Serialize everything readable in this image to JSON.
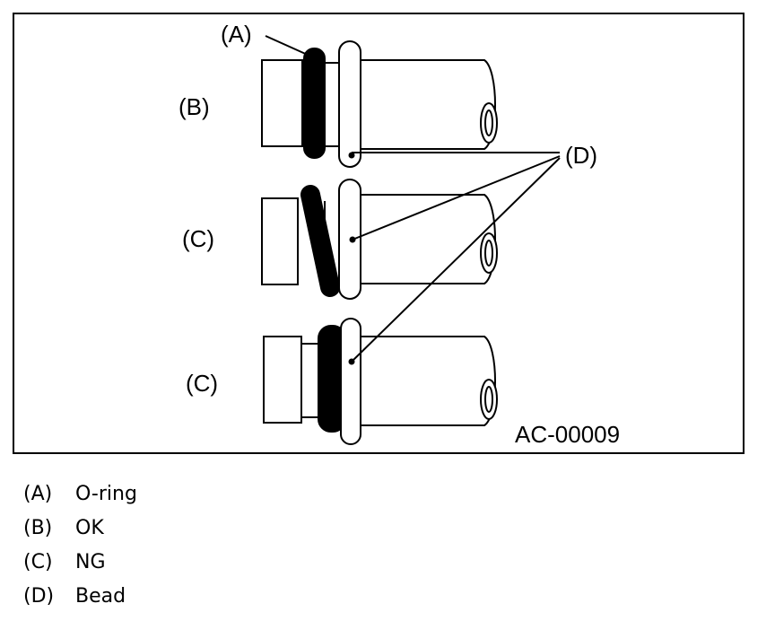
{
  "figure": {
    "code": "AC-00009",
    "callouts": {
      "a": "(A)",
      "b": "(B)",
      "c1": "(C)",
      "c2": "(C)",
      "d": "(D)"
    }
  },
  "legend": [
    {
      "key": "(A)",
      "text": "O-ring"
    },
    {
      "key": "(B)",
      "text": "OK"
    },
    {
      "key": "(C)",
      "text": "NG"
    },
    {
      "key": "(D)",
      "text": "Bead"
    }
  ],
  "colors": {
    "stroke": "#000000",
    "background": "#ffffff"
  }
}
